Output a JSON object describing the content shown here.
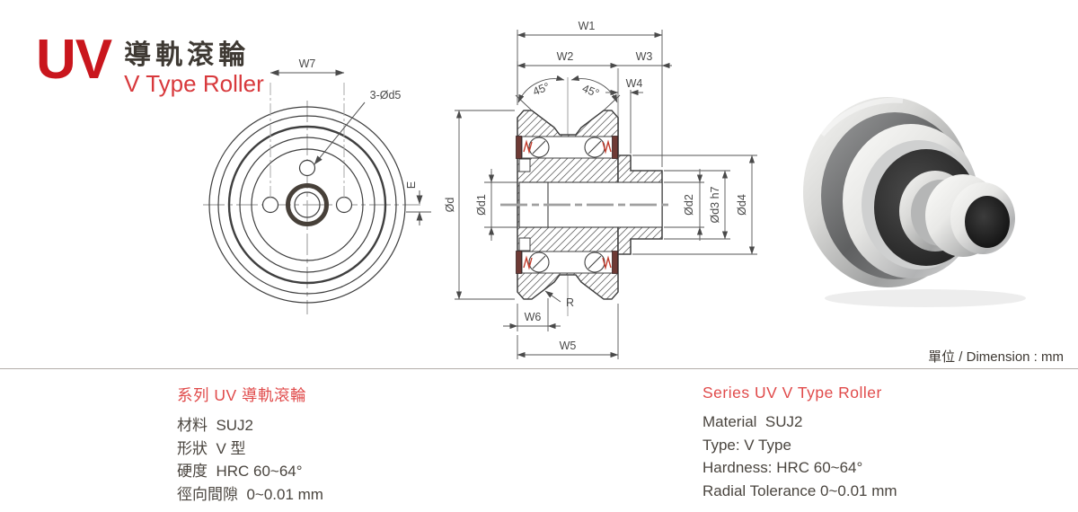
{
  "header": {
    "code": "UV",
    "title_zh": "導軌滾輪",
    "title_en": "V Type Roller"
  },
  "front_view": {
    "w7": "W7",
    "holes": "3-Ød5",
    "e": "E"
  },
  "section_view": {
    "w1": "W1",
    "w2": "W2",
    "w3": "W3",
    "w4": "W4",
    "w5": "W5",
    "w6": "W6",
    "angle_left": "45°",
    "angle_right": "45°",
    "d": "Ød",
    "d1": "Ød1",
    "d2": "Ød2",
    "d3": "Ød3 h7",
    "d4": "Ød4",
    "r": "R"
  },
  "unit_note": "單位 / Dimension : mm",
  "specs_zh": {
    "header": "系列 UV 導軌滾輪",
    "lines": [
      "材料  SUJ2",
      "形狀  V 型",
      "硬度  HRC 60~64°",
      "徑向間隙  0~0.01 mm"
    ]
  },
  "specs_en": {
    "header": "Series UV V Type Roller",
    "lines": [
      "Material  SUJ2",
      "Type: V Type",
      "Hardness: HRC 60~64°",
      "Radial Tolerance 0~0.01 mm"
    ]
  },
  "colors": {
    "accent": "#c9161d",
    "accent_light": "#e04a4a",
    "line": "#3f3f3f",
    "dim_line": "#555555",
    "centerline": "#a8a8a8",
    "seal": "#6e3a35",
    "seal_spring": "#c23a2a"
  }
}
